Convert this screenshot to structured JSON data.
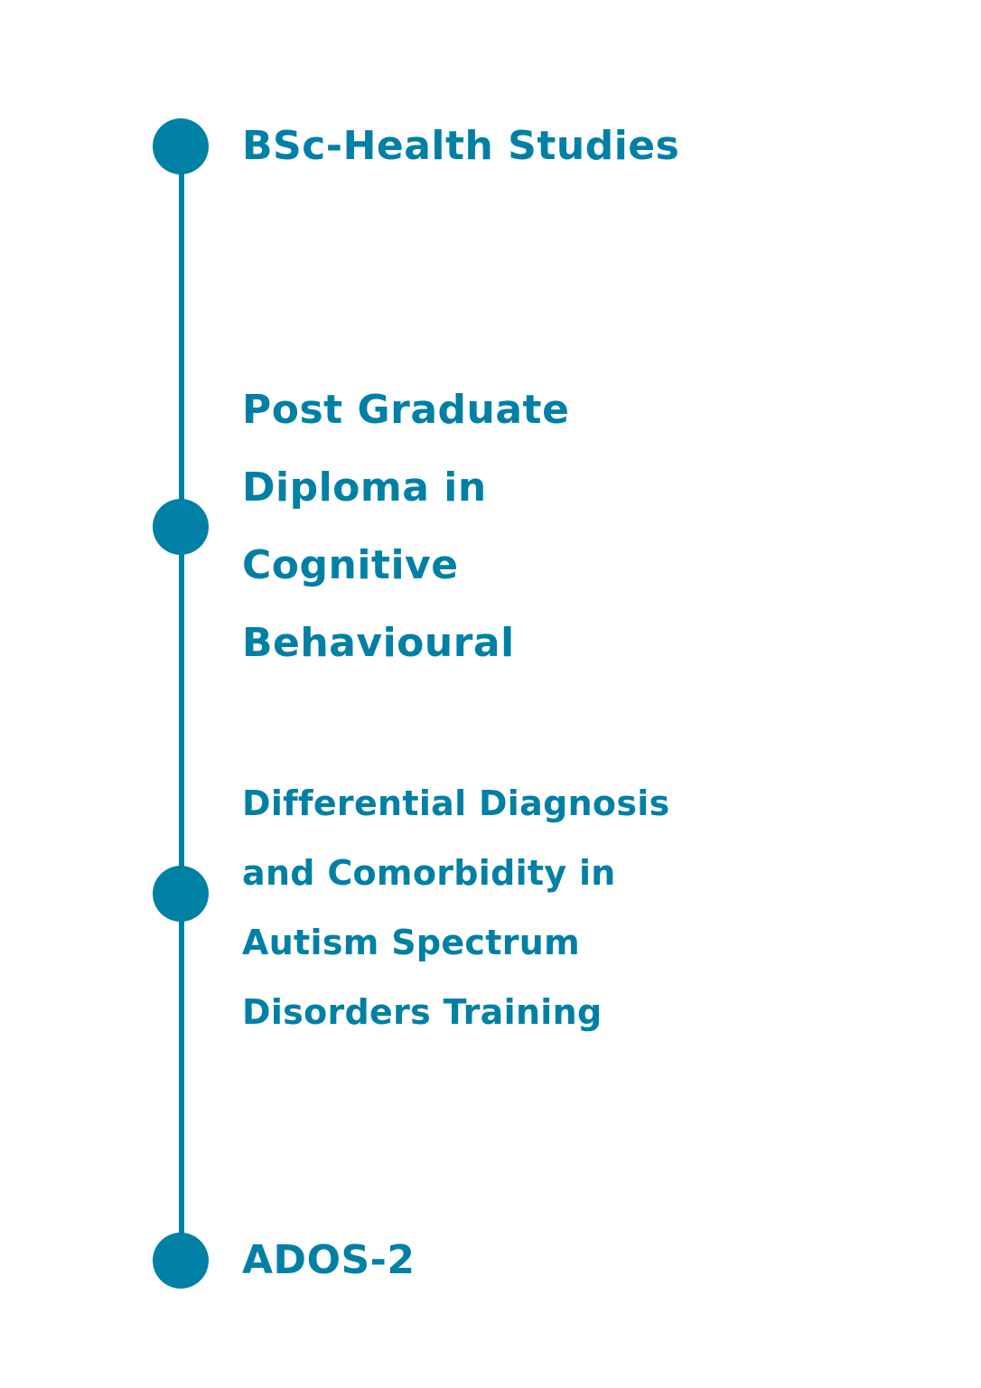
{
  "colors": {
    "accent": "#0180a5",
    "background": "#ffffff"
  },
  "timeline": {
    "items": [
      {
        "lines": [
          "BSc-Health Studies"
        ]
      },
      {
        "lines": [
          "Post Graduate",
          "Diploma in",
          "Cognitive",
          "Behavioural"
        ]
      },
      {
        "lines": [
          "Differential Diagnosis",
          "and Comorbidity in",
          "Autism Spectrum",
          "Disorders Training"
        ]
      },
      {
        "lines": [
          "ADOS-2"
        ]
      }
    ]
  }
}
